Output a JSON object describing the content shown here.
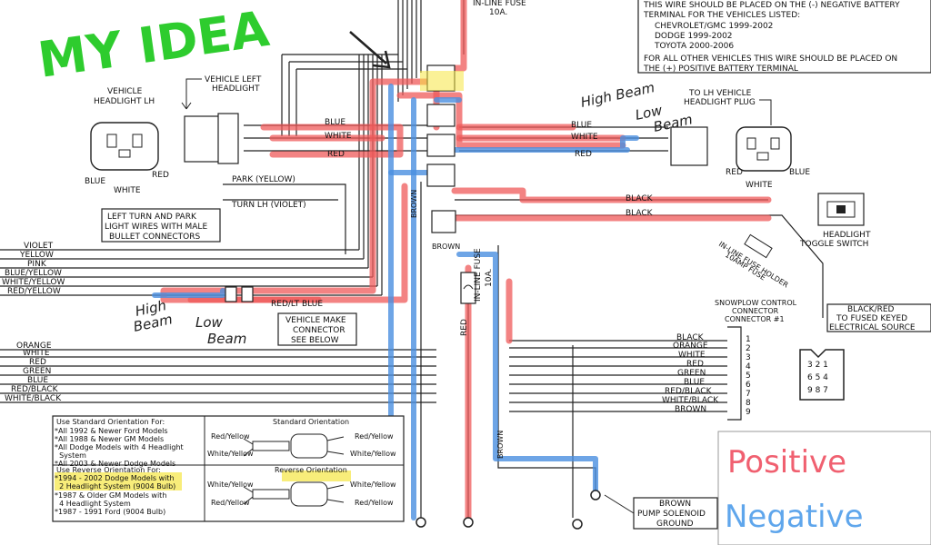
{
  "annotations": {
    "my_idea": "MY IDEA",
    "high_beam_left": "High\nBeam",
    "low_beam_left": "Low\nBeam",
    "high_beam_right": "High Beam",
    "low_beam_right": "Low\nBeam"
  },
  "labels": {
    "inline_fuse_top": "IN-LINE FUSE\n10A.",
    "inline_fuse_mid": "IN-LINE FUSE\n10A.",
    "note_line1": "THIS WIRE SHOULD BE PLACED ON THE (-) NEGATIVE BATTERY",
    "note_line2": "TERMINAL FOR THE VEHICLES LISTED:",
    "note_line3": "CHEVROLET/GMC 1999-2002",
    "note_line4": "DODGE 1999-2002",
    "note_line5": "TOYOTA 2000-2006",
    "note_line6": "FOR ALL OTHER VEHICLES THIS WIRE SHOULD BE PLACED ON",
    "note_line7": "THE (+) POSITIVE BATTERY TERMINAL",
    "vehicle_headlight_lh": "VEHICLE\nHEADLIGHT LH",
    "vehicle_left_headlight": "VEHICLE LEFT\nHEADLIGHT",
    "blue": "BLUE",
    "white": "WHITE",
    "red": "RED",
    "park_yellow": "PARK (YELLOW)",
    "turn_lh_violet": "TURN LH (VIOLET)",
    "left_turn_park": "LEFT TURN AND PARK\nLIGHT WIRES WITH MALE\nBULLET CONNECTORS",
    "to_lh_vehicle_headlight_plug": "TO LH VEHICLE\nHEADLIGHT PLUG",
    "black": "BLACK",
    "headlight_toggle_switch": "HEADLIGHT\nTOGGLE SWITCH",
    "inline_fuse_holder": "IN-LINE FUSE HOLDER\n10AMP FUSE",
    "black_red_fused": "BLACK/RED\nTO FUSED KEYED\nELECTRICAL SOURCE",
    "snowplow_control_connector": "SNOWPLOW CONTROL\nCONNECTOR\nCONNECTOR #1",
    "brown": "BROWN",
    "red_lt_blue": "RED/LT BLUE",
    "vehicle_make_connector": "VEHICLE MAKE\nCONNECTOR\nSEE BELOW",
    "brown_pump_solenoid_ground": "BROWN\nPUMP SOLENOID\nGROUND",
    "left_wires": [
      "VIOLET",
      "YELLOW",
      "PINK",
      "BLUE/YELLOW",
      "WHITE/YELLOW",
      "RED/YELLOW"
    ],
    "harness_wires": [
      "ORANGE",
      "WHITE",
      "RED",
      "GREEN",
      "BLUE",
      "RED/BLACK",
      "WHITE/BLACK"
    ],
    "connector_wires": [
      "BLACK",
      "ORANGE",
      "WHITE",
      "RED",
      "GREEN",
      "BLUE",
      "RED/BLACK",
      "WHITE/BLACK",
      "BROWN"
    ],
    "connector_pins": [
      "1",
      "2",
      "3",
      "4",
      "5",
      "6",
      "7",
      "8",
      "9"
    ],
    "plug_pins": [
      "3 2 1",
      "6 5 4",
      "9 8 7"
    ]
  },
  "orientation_box": {
    "standard_header": "Use Standard Orientation For:",
    "standard_items": [
      "*All 1992 & Newer Ford Models",
      "*All 1988 & Newer GM Models",
      "*All Dodge Models with 4 Headlight",
      "  System",
      "*All 2003 & Newer Dodge Models"
    ],
    "reverse_header": "Use Reverse Orientation For:",
    "reverse_items": [
      "*1994 - 2002 Dodge Models with",
      "  2 Headlight System (9004 Bulb)",
      "*1987 & Older GM Models with",
      "  4 Headlight System",
      "*1987 - 1991 Ford (9004 Bulb)"
    ],
    "standard_title": "Standard Orientation",
    "reverse_title": "Reverse Orientation",
    "red_yellow": "Red/Yellow",
    "white_yellow": "White/Yellow"
  },
  "legend": {
    "positive": "Positive",
    "negative": "Negative"
  },
  "colors": {
    "positive": "#f06070",
    "negative": "#5fa6ec",
    "annotation_green": "#2ecc2e",
    "highlight_yellow": "#f5e642"
  }
}
